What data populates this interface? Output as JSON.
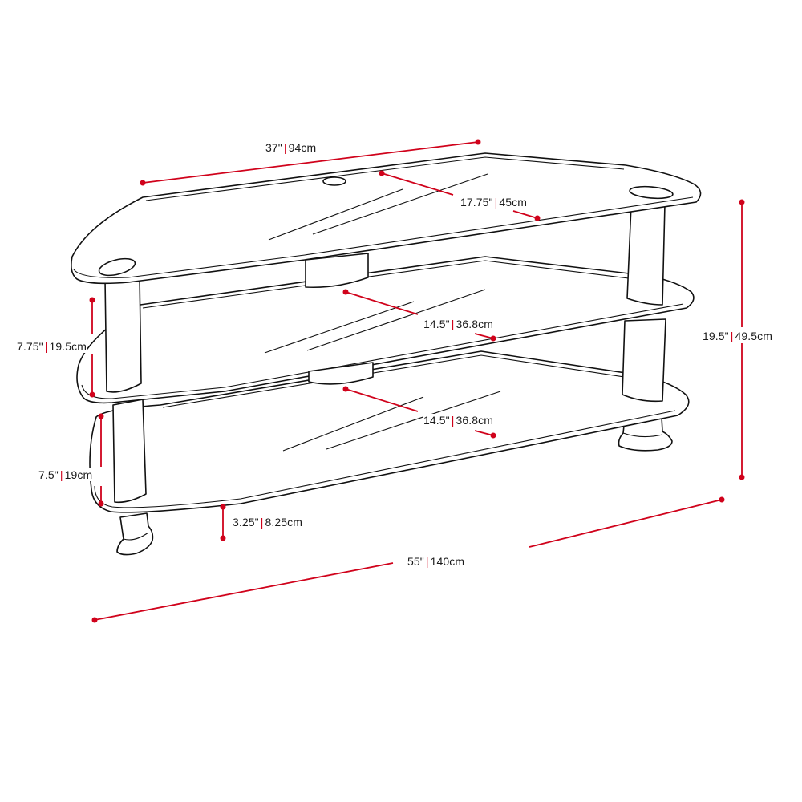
{
  "diagram": {
    "subject": "Three-tier glass corner TV stand with cylindrical legs",
    "accent_color": "#d0021b",
    "line_color": "#111111",
    "background": "#ffffff"
  },
  "dimensions": {
    "top_width": {
      "imperial": "37\"",
      "metric": "94cm",
      "name": "Top shelf width"
    },
    "top_depth": {
      "imperial": "17.75\"",
      "metric": "45cm",
      "name": "Top shelf depth"
    },
    "middle_depth": {
      "imperial": "14.5\"",
      "metric": "36.8cm",
      "name": "Middle shelf depth"
    },
    "bottom_depth": {
      "imperial": "14.5\"",
      "metric": "36.8cm",
      "name": "Bottom shelf depth"
    },
    "upper_clearance": {
      "imperial": "7.75\"",
      "metric": "19.5cm",
      "name": "Clearance between top and middle shelf"
    },
    "lower_clearance": {
      "imperial": "7.5\"",
      "metric": "19cm",
      "name": "Clearance between middle and bottom shelf"
    },
    "floor_clearance": {
      "imperial": "3.25\"",
      "metric": "8.25cm",
      "name": "Floor clearance under bottom shelf"
    },
    "overall_width": {
      "imperial": "55\"",
      "metric": "140cm",
      "name": "Overall width"
    },
    "overall_height": {
      "imperial": "19.5\"",
      "metric": "49.5cm",
      "name": "Overall height"
    }
  },
  "separator": "|"
}
